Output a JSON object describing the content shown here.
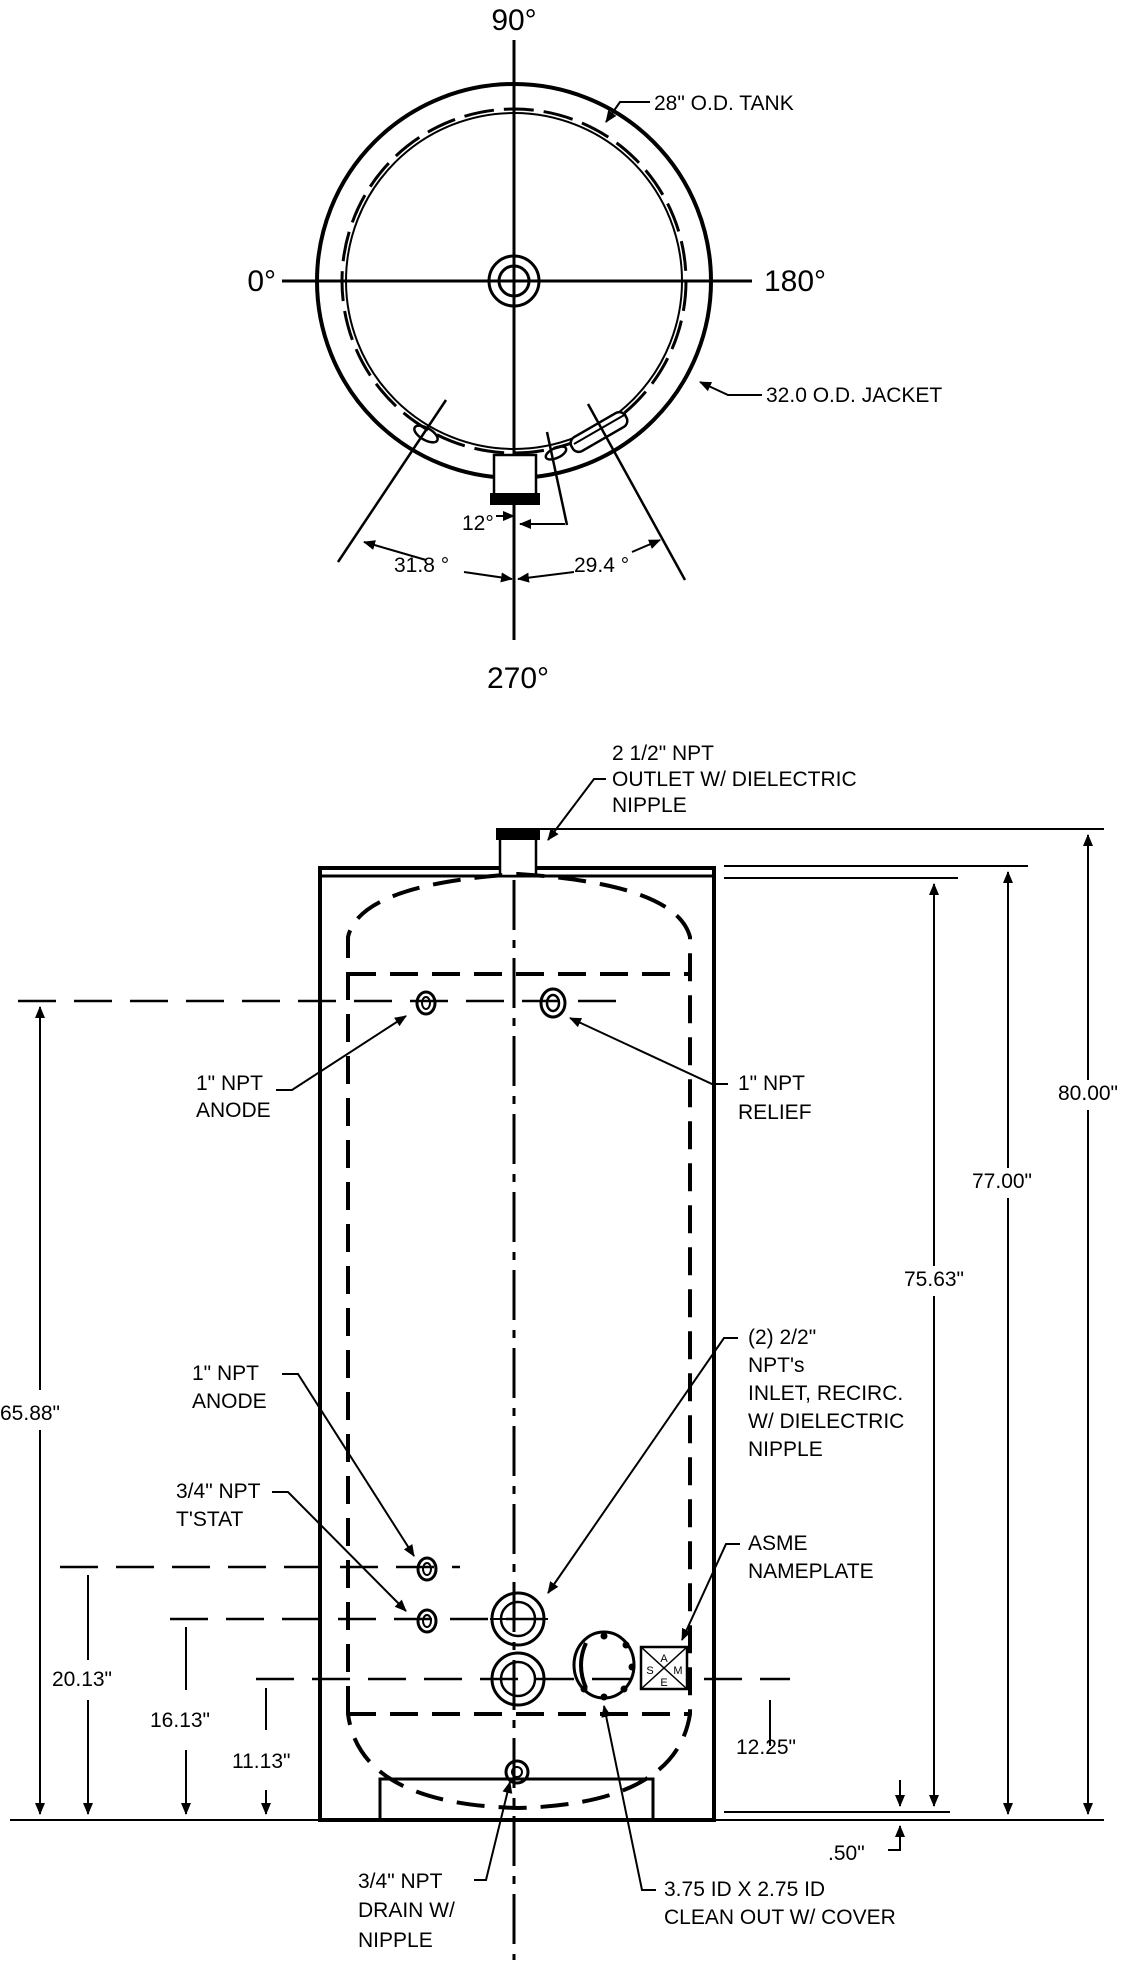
{
  "top_view": {
    "angle_top": "90°",
    "angle_left": "0°",
    "angle_right": "180°",
    "angle_bottom": "270°",
    "tank_label": "28\" O.D. TANK",
    "jacket_label": "32.0 O.D. JACKET",
    "angle_a": "31.8 °",
    "angle_b": "12°",
    "angle_c": "29.4 °"
  },
  "side_view": {
    "outlet_label": [
      "2 1/2\" NPT",
      "OUTLET W/ DIELECTRIC",
      "NIPPLE"
    ],
    "anode_top_label": [
      "1\" NPT",
      "ANODE"
    ],
    "relief_label": [
      "1\" NPT",
      "RELIEF"
    ],
    "anode_low_label": [
      "1\" NPT",
      "ANODE"
    ],
    "tstat_label": [
      "3/4\" NPT",
      "T'STAT"
    ],
    "inlet_label": [
      "(2) 2/2\"",
      "NPT's",
      "INLET, RECIRC.",
      "W/ DIELECTRIC",
      "NIPPLE"
    ],
    "nameplate_label": [
      "ASME",
      "NAMEPLATE"
    ],
    "nameplate_letters": [
      "A",
      "S",
      "M",
      "E"
    ],
    "drain_label": [
      "3/4\" NPT",
      "DRAIN W/",
      "NIPPLE"
    ],
    "cleanout_label": [
      "3.75 ID X 2.75 ID",
      "CLEAN OUT W/ COVER"
    ],
    "dims": {
      "d80": "80.00\"",
      "d77": "77.00\"",
      "d7563": "75.63\"",
      "d6588": "65.88\"",
      "d2013": "20.13\"",
      "d1613": "16.13\"",
      "d1113": "11.13\"",
      "d1225": "12.25\"",
      "d050": ".50\""
    }
  }
}
